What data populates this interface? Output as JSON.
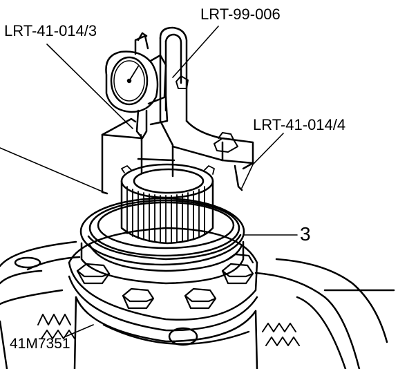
{
  "labels": {
    "gauge_tool": "LRT-41-014/3",
    "dial_indicator_tool": "LRT-99-006",
    "bracket_tool": "LRT-41-014/4",
    "callout_bearing": "3",
    "figure_reference": "41M7351"
  },
  "colors": {
    "ink": "#000000",
    "paper": "#ffffff"
  }
}
